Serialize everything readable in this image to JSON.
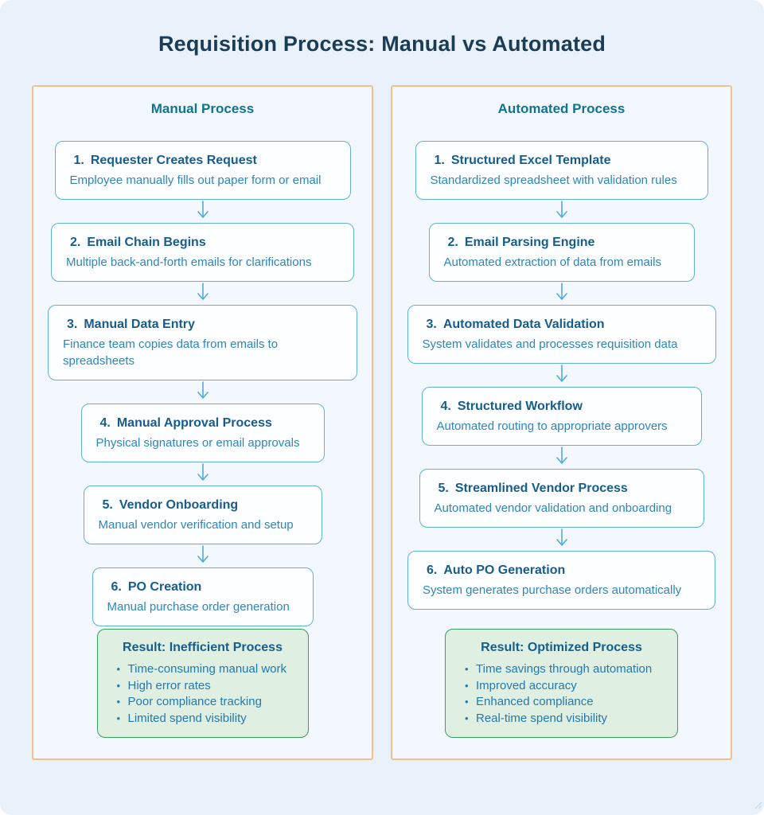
{
  "page": {
    "title": "Requisition Process: Manual vs Automated"
  },
  "colors": {
    "page_bg": "#e9f2fb",
    "panel_bg": "#f2f8fd",
    "panel_border": "#f5be8d",
    "box_border": "#5fb0df",
    "box_bg": "#fdfeff",
    "page_title_text": "#1b3c55",
    "column_header_text": "#0e7490",
    "step_title_text": "#175d8c",
    "step_desc_text": "#2e86ba",
    "arrow": "#54a9dc",
    "result_border": "#38a25a",
    "result_bg": "#dff0e3",
    "result_bullet_text": "#2578ab"
  },
  "icons": {
    "down_arrow": "↓",
    "resize_grip": "⋰"
  },
  "columns": [
    {
      "header": "Manual Process",
      "steps": [
        {
          "num": "1.",
          "title": "Requester Creates Request",
          "desc": "Employee manually fills out paper form or email"
        },
        {
          "num": "2.",
          "title": "Email Chain Begins",
          "desc": "Multiple back-and-forth emails for clarifications"
        },
        {
          "num": "3.",
          "title": "Manual Data Entry",
          "desc": "Finance team copies data from emails to spreadsheets"
        },
        {
          "num": "4.",
          "title": "Manual Approval Process",
          "desc": "Physical signatures or email approvals"
        },
        {
          "num": "5.",
          "title": "Vendor Onboarding",
          "desc": "Manual vendor verification and setup"
        },
        {
          "num": "6.",
          "title": "PO Creation",
          "desc": "Manual purchase order generation"
        }
      ],
      "result": {
        "title": "Result: Inefficient Process",
        "bullets": [
          "Time-consuming manual work",
          "High error rates",
          "Poor compliance tracking",
          "Limited spend visibility"
        ]
      }
    },
    {
      "header": "Automated Process",
      "steps": [
        {
          "num": "1.",
          "title": "Structured Excel Template",
          "desc": "Standardized spreadsheet with validation rules"
        },
        {
          "num": "2.",
          "title": "Email Parsing Engine",
          "desc": "Automated extraction of data from emails"
        },
        {
          "num": "3.",
          "title": "Automated Data Validation",
          "desc": "System validates and processes requisition data"
        },
        {
          "num": "4.",
          "title": "Structured Workflow",
          "desc": "Automated routing to appropriate approvers"
        },
        {
          "num": "5.",
          "title": "Streamlined Vendor Process",
          "desc": "Automated vendor validation and onboarding"
        },
        {
          "num": "6.",
          "title": "Auto PO Generation",
          "desc": "System generates purchase orders automatically"
        }
      ],
      "result": {
        "title": "Result: Optimized Process",
        "bullets": [
          "Time savings through automation",
          "Improved accuracy",
          "Enhanced compliance",
          "Real-time spend visibility"
        ]
      }
    }
  ]
}
